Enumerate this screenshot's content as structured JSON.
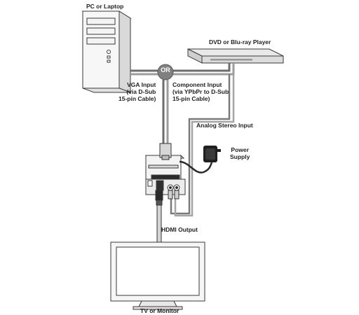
{
  "labels": {
    "pc": "PC or Laptop",
    "dvd": "DVD or Blu-ray Player",
    "or": "OR",
    "vga": [
      "VGA Input",
      "(via D-Sub",
      "15-pin Cable)"
    ],
    "component": [
      "Component Input",
      "(via YPbPr to D-Sub",
      "15-pin Cable)"
    ],
    "audio": "Analog Stereo Input",
    "power": [
      "Power",
      "Supply"
    ],
    "hdmi": "HDMI Output",
    "tv": "TV or Monitor"
  }
}
